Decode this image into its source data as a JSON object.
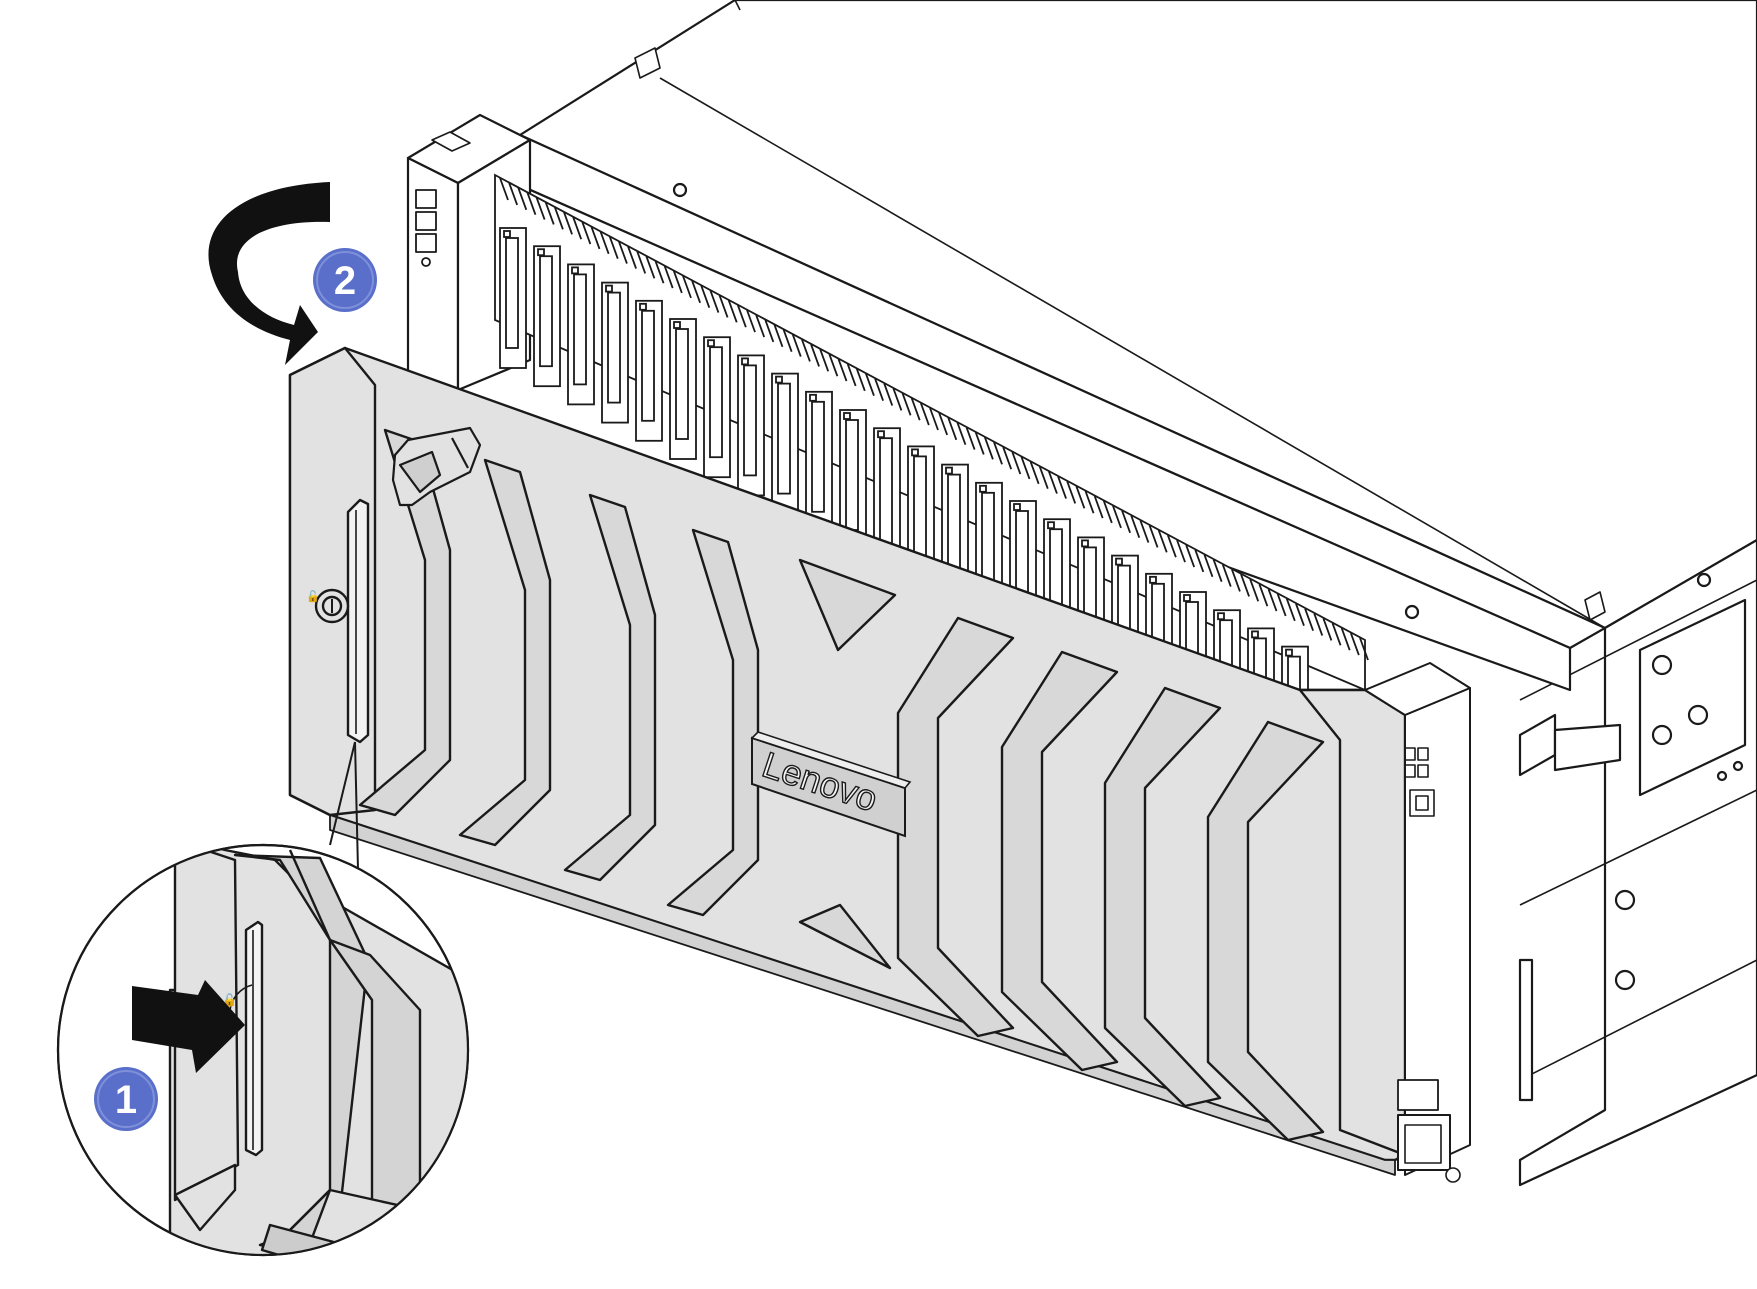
{
  "figure": {
    "brand_logo_text": "Lenovo",
    "steps": [
      {
        "number": "1",
        "action": "press-release-latch"
      },
      {
        "number": "2",
        "action": "rotate-bezel-open"
      }
    ],
    "colors": {
      "bezel_fill": "#e2e2e2",
      "line": "#1a1a1a",
      "callout_blue": "#5a6fc9",
      "arrow": "#111111"
    }
  }
}
